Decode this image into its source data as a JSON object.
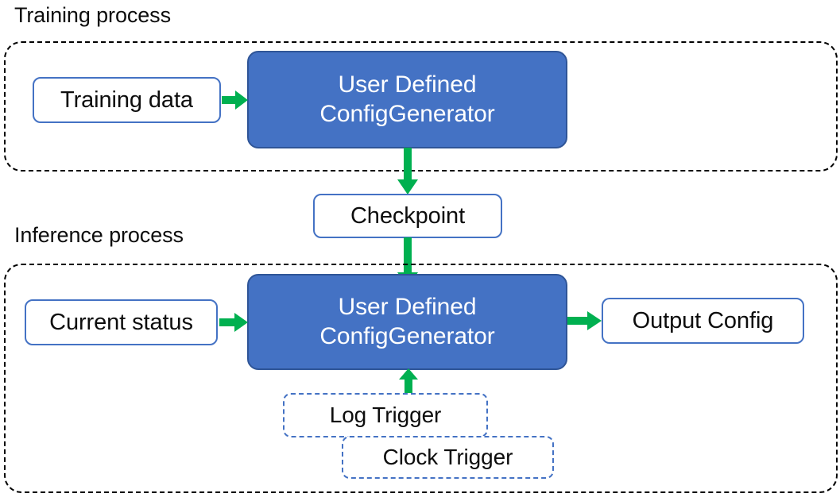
{
  "diagram": {
    "title_training": "Training process",
    "title_inference": "Inference process",
    "colors": {
      "process_fill": "#4472C4",
      "process_border": "#2F5597",
      "node_border": "#4472C4",
      "arrow_green": "#00B050",
      "group_border": "#000000",
      "text_dark": "#0D0D0D",
      "text_light": "#FFFFFF"
    }
  },
  "training": {
    "label": "Training process",
    "nodes": {
      "training_data": "Training data",
      "config_generator_line1": "User Defined",
      "config_generator_line2": "ConfigGenerator"
    }
  },
  "bridge": {
    "checkpoint": "Checkpoint"
  },
  "inference": {
    "label": "Inference process",
    "nodes": {
      "current_status": "Current status",
      "config_generator_line1": "User Defined",
      "config_generator_line2": "ConfigGenerator",
      "output_config": "Output Config",
      "log_trigger": "Log Trigger",
      "clock_trigger": "Clock Trigger"
    }
  },
  "arrows": [
    {
      "name": "training-data-to-generator",
      "direction": "right"
    },
    {
      "name": "training-generator-to-checkpoint",
      "direction": "down"
    },
    {
      "name": "checkpoint-to-inference-generator",
      "direction": "down"
    },
    {
      "name": "current-status-to-generator",
      "direction": "right"
    },
    {
      "name": "generator-to-output-config",
      "direction": "right"
    },
    {
      "name": "triggers-to-generator",
      "direction": "up"
    }
  ]
}
